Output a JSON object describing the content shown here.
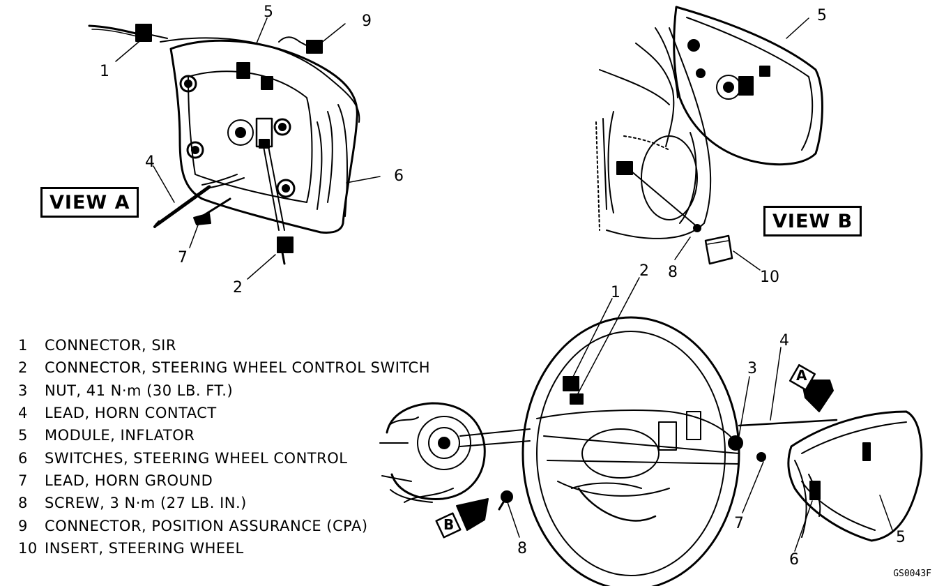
{
  "legend": [
    {
      "num": "1",
      "text": "CONNECTOR, SIR"
    },
    {
      "num": "2",
      "text": "CONNECTOR, STEERING WHEEL CONTROL SWITCH"
    },
    {
      "num": "3",
      "text": "NUT, 41 N·m (30 LB. FT.)"
    },
    {
      "num": "4",
      "text": "LEAD, HORN CONTACT"
    },
    {
      "num": "5",
      "text": "MODULE, INFLATOR"
    },
    {
      "num": "6",
      "text": "SWITCHES, STEERING WHEEL CONTROL"
    },
    {
      "num": "7",
      "text": "LEAD, HORN GROUND"
    },
    {
      "num": "8",
      "text": "SCREW, 3 N·m (27 LB. IN.)"
    },
    {
      "num": "9",
      "text": "CONNECTOR, POSITION ASSURANCE (CPA)"
    },
    {
      "num": "10",
      "text": "INSERT, STEERING WHEEL"
    }
  ],
  "views": {
    "a": "VIEW A",
    "b": "VIEW B",
    "arrow_a": "A",
    "arrow_b": "B"
  },
  "callouts": {
    "va_1": "1",
    "va_5": "5",
    "va_9": "9",
    "va_4": "4",
    "va_6": "6",
    "va_7": "7",
    "va_2": "2",
    "vb_5": "5",
    "vb_8": "8",
    "vb_10": "10",
    "m_2": "2",
    "m_1": "1",
    "m_4": "4",
    "m_3": "3",
    "m_7": "7",
    "m_5": "5",
    "m_6": "6",
    "m_8": "8"
  },
  "figure_code": "GS0043F"
}
